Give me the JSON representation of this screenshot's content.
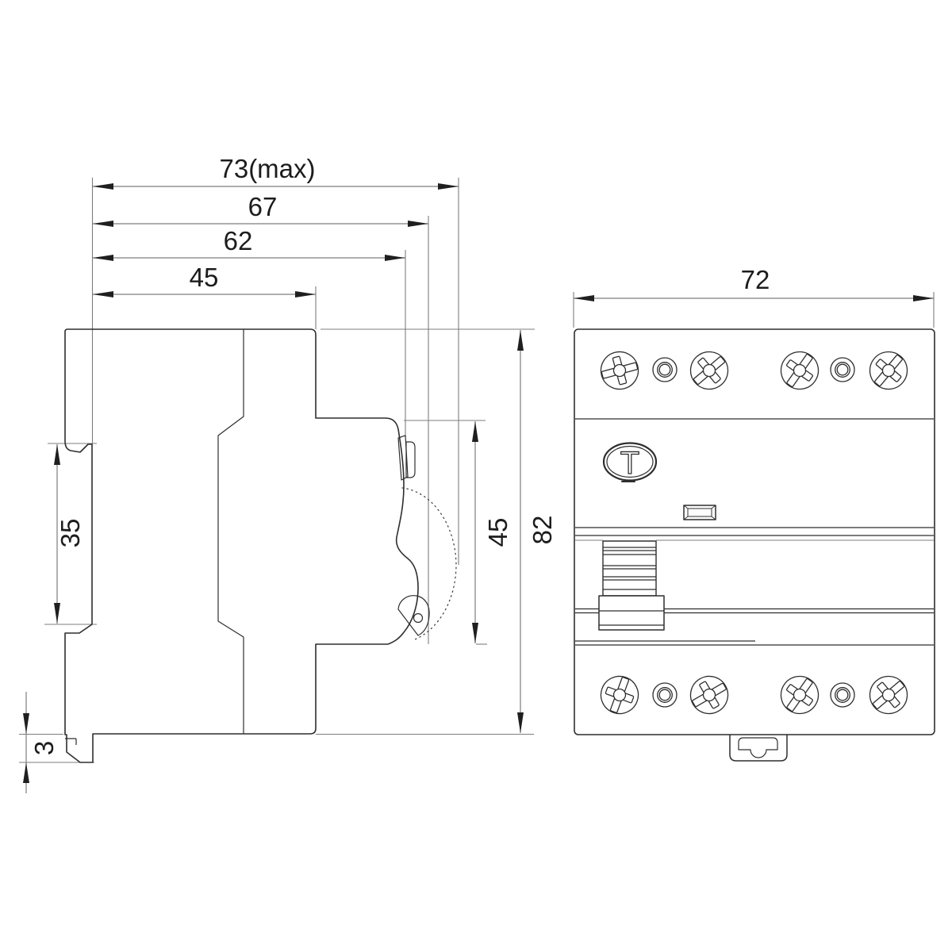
{
  "drawing_type": "technical-dimension-drawing",
  "dimensions": {
    "side_view": {
      "depth_max": "73(max)",
      "depth_to_lever_tip": "67",
      "depth_to_handle": "62",
      "depth_to_step": "45",
      "din_rail": "35",
      "clip_travel": "3",
      "front_height": "45",
      "overall_height": "82"
    },
    "front_view": {
      "width": "72"
    }
  },
  "front_view": {
    "test_button_label": "T"
  },
  "colors": {
    "background": "#ffffff",
    "outline": "#2e2e2e",
    "dimension_line": "#7d7d7d",
    "arrow": "#1f1f1f",
    "text": "#1c1c1c"
  }
}
